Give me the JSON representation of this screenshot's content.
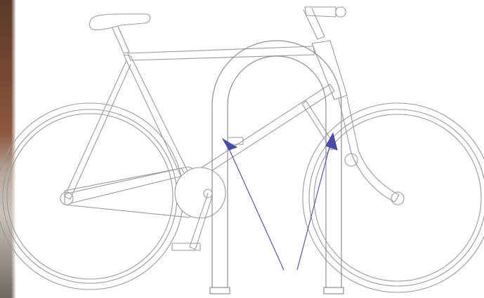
{
  "diagram": {
    "subject": "bicycle-locked-to-inverted-u-rack",
    "colors": {
      "line_art": "#9a9a9a",
      "rack": "#8f8f8f",
      "arrow": "#4b4ba6",
      "background": "#ffffff"
    },
    "arrows": [
      {
        "target": "rack-left-leg-contact-point"
      },
      {
        "target": "rack-right-leg-contact-point"
      }
    ]
  }
}
